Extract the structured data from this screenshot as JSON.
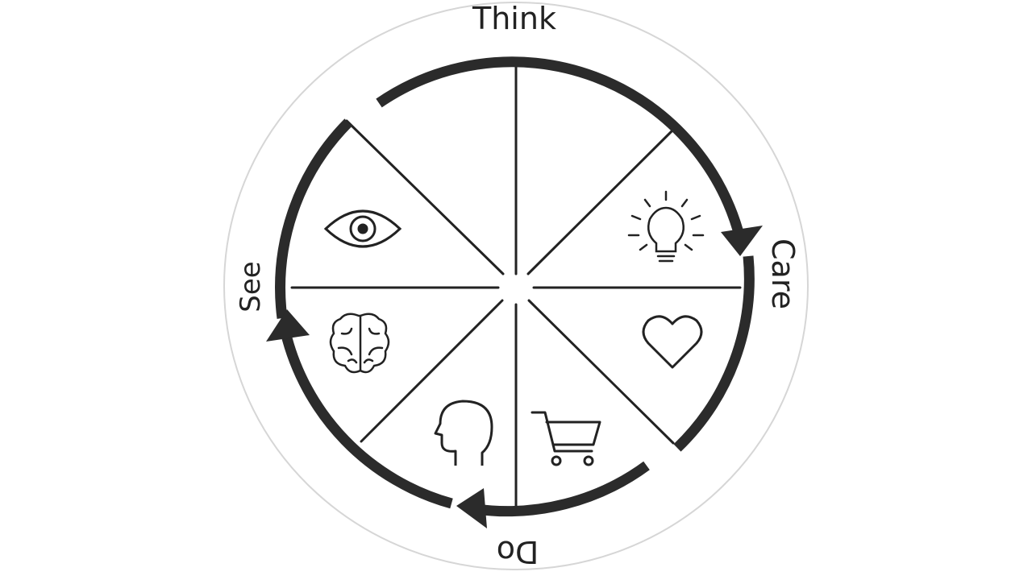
{
  "diagram": {
    "labels": {
      "think": "Think",
      "care": "Care",
      "do": "Do",
      "see": "See"
    },
    "segments": [
      {
        "icon": "blank"
      },
      {
        "icon": "lightbulb-icon"
      },
      {
        "icon": "heart-icon"
      },
      {
        "icon": "shopping-cart-icon"
      },
      {
        "icon": "head-profile-icon"
      },
      {
        "icon": "brain-icon"
      },
      {
        "icon": "eye-icon"
      },
      {
        "icon": "blank"
      }
    ]
  },
  "colors": {
    "ink": "#222222",
    "arc": "#2b2b2b",
    "ring": "#d6d6d6",
    "background": "#ffffff"
  }
}
